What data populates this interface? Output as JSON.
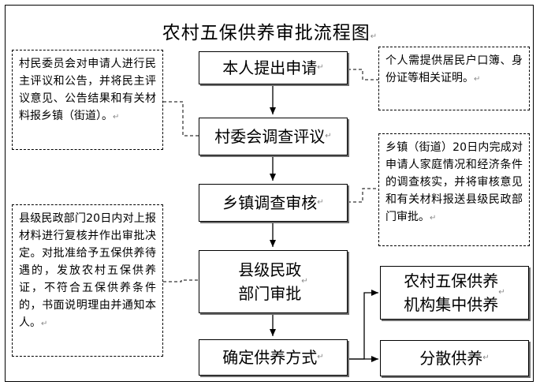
{
  "title": "农村五保供养审批流程图",
  "steps": [
    "本人提出申请",
    "村委会调查评议",
    "乡镇调查审核",
    "县级民政\n部门审批",
    "确定供养方式"
  ],
  "outcomes": [
    "农村五保供养\n机构集中供养",
    "分散供养"
  ],
  "notes": {
    "apply": "个人需提供居民户口簿、身份证等相关证明。",
    "village": "村民委员会对申请人进行民主评议和公告，并将民主评议意见、公告结果和有关材料报乡镇（街道）。",
    "town": "乡镇（街道）20日内完成对申请人家庭情况和经济条件的调查核实，并将审核意见和有关材料报送县级民政部门审批。",
    "county": "县级民政部门20日内对上报材料进行复核并作出审批决定。对批准给予五保供养待遇的，发放农村五保供养证，不符合五保供养条件的，书面说明理由并通知本人。"
  },
  "paragraph_mark": "↵"
}
